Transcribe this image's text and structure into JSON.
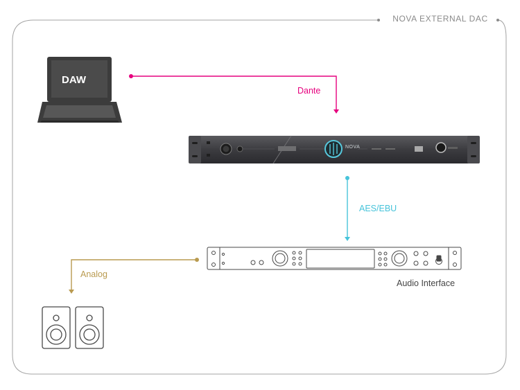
{
  "header": {
    "title": "NOVA EXTERNAL DAC"
  },
  "devices": {
    "laptop_label": "DAW",
    "dac_brand": "NOVA",
    "interface_label": "Audio Interface"
  },
  "connections": [
    {
      "from": "DAW",
      "to": "NOVA",
      "label": "Dante",
      "color": "#e6007e"
    },
    {
      "from": "NOVA",
      "to": "Audio Interface",
      "label": "AES/EBU",
      "color": "#46c3da"
    },
    {
      "from": "Audio Interface",
      "to": "Speakers",
      "label": "Analog",
      "color": "#b99a4f"
    }
  ]
}
